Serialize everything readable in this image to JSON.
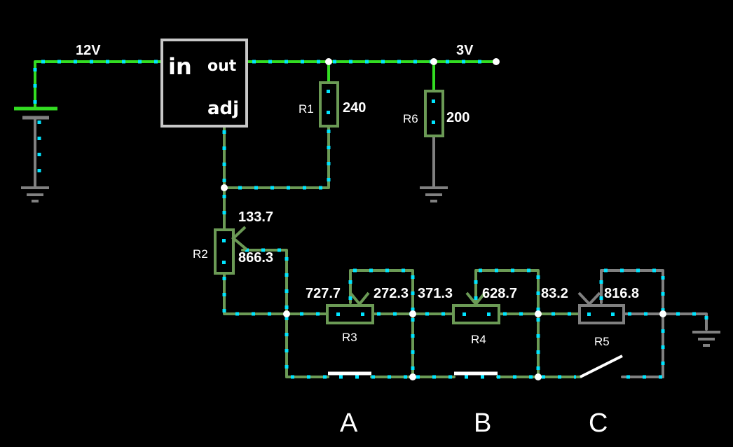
{
  "source_voltage": "12V",
  "output_voltage": "3V",
  "regulator": {
    "in": "in",
    "out": "out",
    "adj": "adj"
  },
  "resistors": {
    "r1": {
      "name": "R1",
      "value": "240"
    },
    "r6": {
      "name": "R6",
      "value": "200"
    },
    "r2": {
      "name": "R2",
      "value_top": "133.7",
      "value_bottom": "866.3"
    },
    "r3": {
      "name": "R3",
      "value_left": "727.7",
      "value_right": "272.3"
    },
    "r4": {
      "name": "R4",
      "value_left": "371.3",
      "value_right": "628.7"
    },
    "r5": {
      "name": "R5",
      "value_left": "83.2",
      "value_right": "816.8"
    }
  },
  "switches": {
    "a": "A",
    "b": "B",
    "c": "C"
  },
  "colors": {
    "background": "#000000",
    "wire_active": "#33dd22",
    "wire_green": "#6b9a55",
    "wire_gray": "#808080",
    "current_dots": "#00e5ff",
    "regulator_box": "#c8c8c8"
  }
}
